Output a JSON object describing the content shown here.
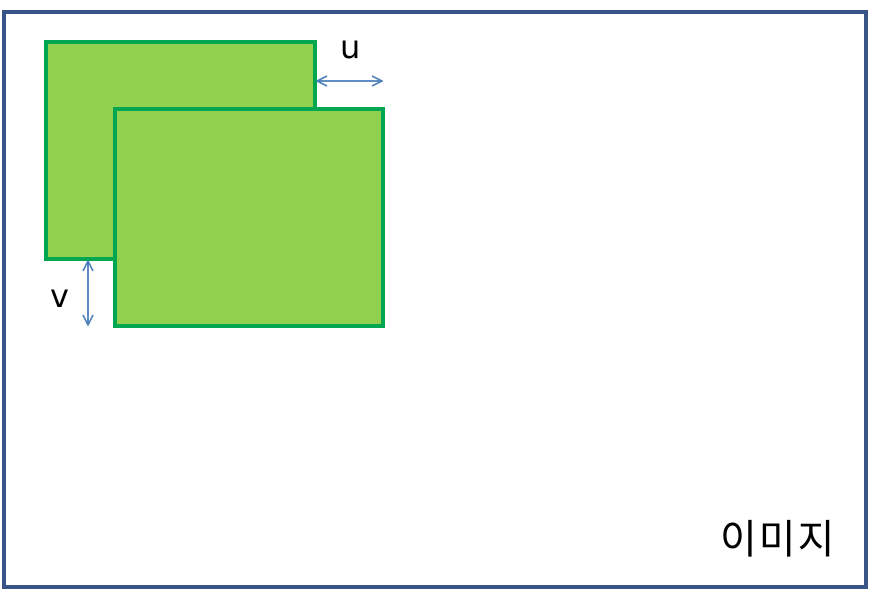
{
  "diagram": {
    "shift_u_label": "u",
    "shift_v_label": "v",
    "image_label": "이미지"
  },
  "colors": {
    "frame_stroke": "#3a5488",
    "box_fill": "#92d050",
    "box_stroke": "#00a650",
    "arrow": "#4a7ebb",
    "text": "#000000"
  }
}
